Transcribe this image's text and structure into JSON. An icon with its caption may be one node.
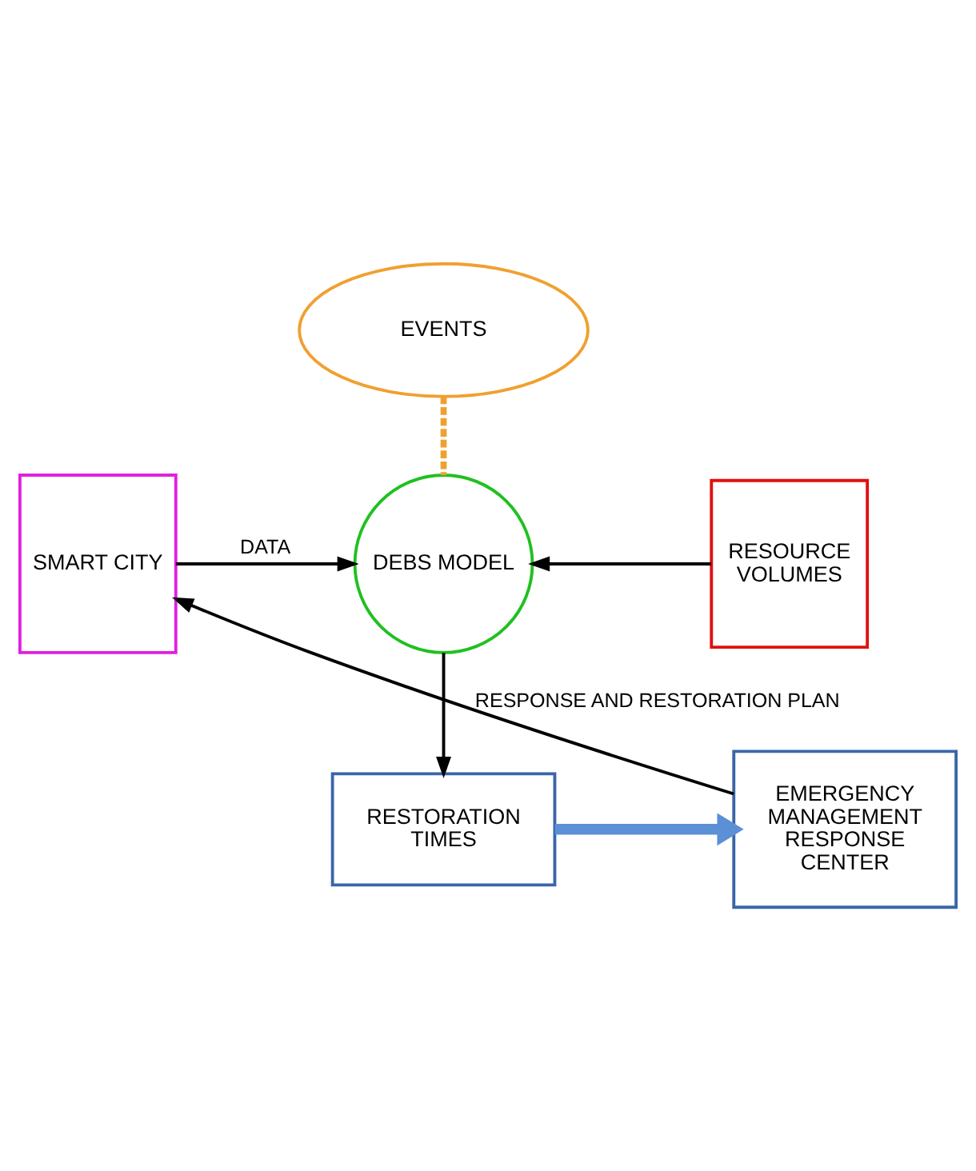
{
  "diagram": {
    "nodes": [
      {
        "text": [
          "EVENTS"
        ]
      },
      {
        "text": [
          "SMART CITY"
        ]
      },
      {
        "text": [
          "DEBS MODEL"
        ]
      },
      {
        "text": [
          "RESOURCE VOLUMES"
        ]
      },
      {
        "text": [
          "RESTORATION TIMES"
        ]
      },
      {
        "text": [
          "EMERGENCY MANAGEMENT RESPONSE CENTER"
        ]
      }
    ],
    "edges": [
      {
        "from": 0,
        "to": 2,
        "arrow": "none",
        "style": "dashed",
        "color": "#f0a030"
      },
      {
        "from": 1,
        "to": 2,
        "arrow": "to",
        "label": "DATA"
      },
      {
        "from": 3,
        "to": 2,
        "arrow": "to"
      },
      {
        "from": 2,
        "to": 4,
        "arrow": "to"
      },
      {
        "from": 4,
        "to": 5,
        "arrow": "to",
        "style": "thick",
        "color": "#5b8fd6"
      },
      {
        "from": 5,
        "to": 1,
        "arrow": "to",
        "label": "RESPONSE AND RESTORATION PLAN"
      }
    ]
  }
}
